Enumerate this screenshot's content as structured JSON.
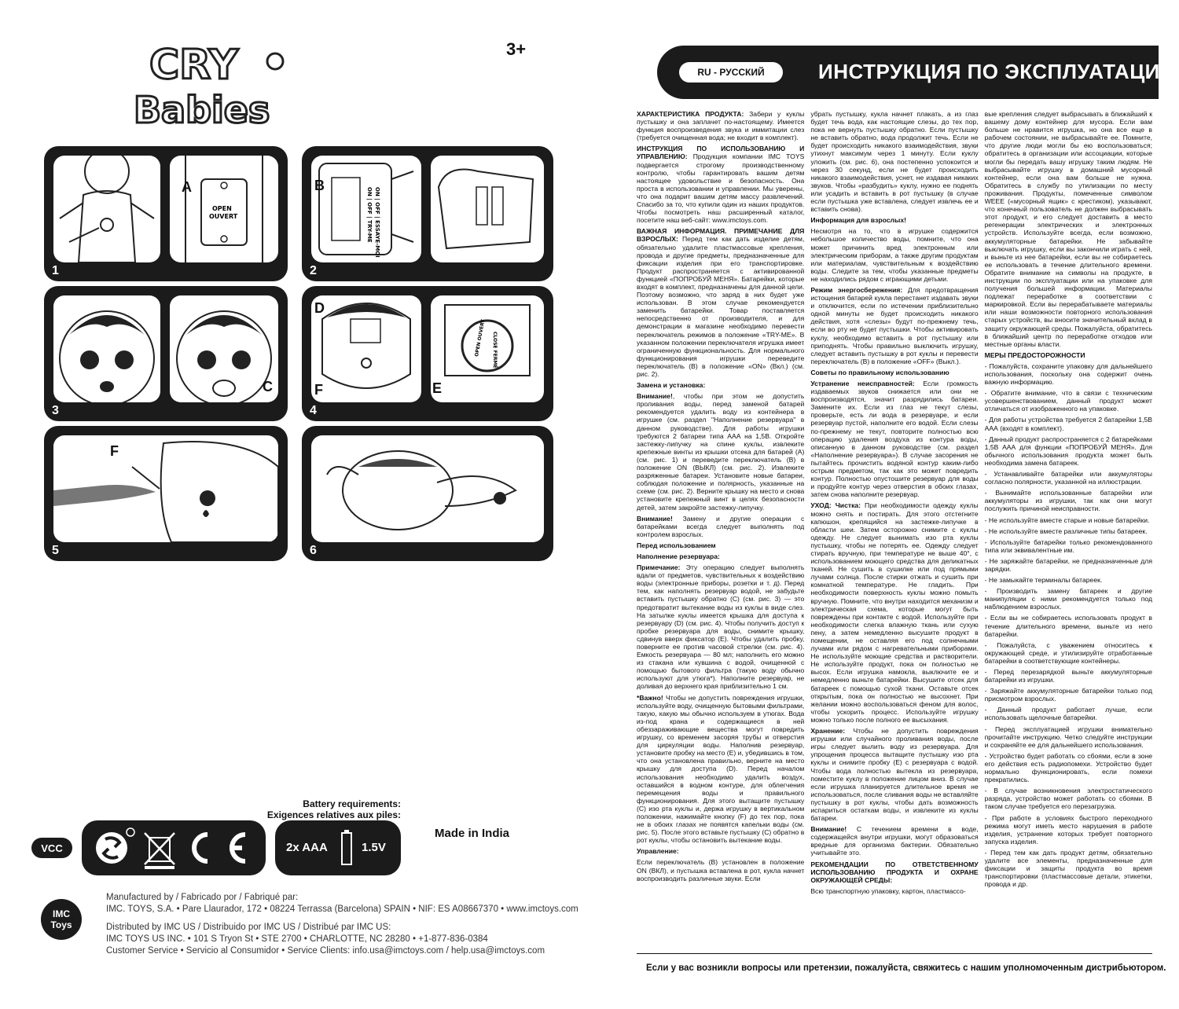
{
  "brand": {
    "logo_line1": "CRY",
    "logo_line2": "Babies"
  },
  "age_mark": "3+",
  "panels": [
    {
      "num": "1",
      "label_a": "A",
      "open_text": "OPEN",
      "ouvert_text": "OUVERT"
    },
    {
      "num": "2",
      "label_b": "B",
      "switch_text": "ON | OFF | TRY-ME",
      "switch_text2": "ON | OFF | ESSAYE-MOI"
    },
    {
      "num": "3",
      "label_c": "C"
    },
    {
      "num": "4",
      "label_d": "D",
      "label_f": "F",
      "label_e": "E",
      "dial_open": "OPEN OUVERT",
      "dial_close": "CLOSE FERMÉ"
    },
    {
      "num": "5",
      "label_f": "F"
    },
    {
      "num": "6"
    }
  ],
  "battery": {
    "title_line1": "Battery requirements:",
    "title_line2": "Exigences relatives aux piles:",
    "count": "2x AAA",
    "voltage": "1.5V"
  },
  "vcc": "VCC",
  "made_in": "Made in India",
  "imc": {
    "line1": "IMC",
    "line2": "Toys"
  },
  "manufacturer": [
    "Manufactured by / Fabricado por / Fabriqué par:",
    "IMC. TOYS, S.A. • Pare Llaurador, 172 • 08224 Terrassa (Barcelona) SPAIN • NIF: ES A08667370 • www.imctoys.com",
    "Distributed by IMC US / Distribuido por IMC US / Distribué par IMC US:",
    "IMC TOYS US INC. • 101 S Tryon St • STE 2700 • CHARLOTTE, NC 28280 • +1-877-836-0384",
    "Customer Service • Servicio al Consumidor • Service Clients: info.usa@imctoys.com / help.usa@imctoys.com"
  ],
  "header": {
    "lang": "RU - РУССКИЙ",
    "title": "ИНСТРУКЦИЯ ПО ЭКСПЛУАТАЦИИ"
  },
  "col1": [
    {
      "h": "ХАРАКТЕРИСТИКА ПРОДУКТА:",
      "t": " Забери у куклы пустышку и она заплачет по-настоящему. Имеется функция воспроизведения звука и иммитации слез (требуется очищенная вода; не входит в комплект)."
    },
    {
      "h": "ИНСТРУКЦИЯ ПО ИСПОЛЬЗОВАНИЮ И УПРАВЛЕНИЮ:",
      "t": " Продукция компании IMC TOYS подвергается строгому производственному контролю, чтобы гарантировать вашим детям настоящее удовольствие и безопасность. Она проста в использовании и управлении. Мы уверены, что она подарит вашим детям массу развлечений. Спасибо за то, что купили один из наших продуктов. Чтобы посмотреть наш расширенный каталог, посетите наш веб-сайт: www.imctoys.com."
    },
    {
      "h": "ВАЖНАЯ ИНФОРМАЦИЯ. ПРИМЕЧАНИЕ ДЛЯ ВЗРОСЛЫХ:",
      "t": " Перед тем как дать изделие детям, обязательно удалите пластмассовые крепления, провода и другие предметы, предназначенные для фиксации изделия при его транспортировке. Продукт распространяется с активированной функцией «ПОПРОБУЙ МЕНЯ». Батарейки, которые входят в комплект, предназначены для данной цели. Поэтому возможно, что заряд в них будет уже использован. В этом случае рекомендуется заменить батарейки. Товар поставляется непосредственно от производителя, и для демонстрации в магазине необходимо перевести переключатель режимов в положение «TRY-ME». В указанном положении переключателя игрушка имеет ограниченную функциональность. Для нормального функционирования игрушки переведите переключатель (B) в положение «ON» (Вкл.) (см. рис. 2)."
    },
    {
      "h": "Замена и установка:",
      "t": ""
    },
    {
      "h": "Внимание!",
      "t": ", чтобы при этом не допустить проливания воды, перед заменой батарей рекомендуется удалить воду из контейнера в игрушке (см. раздел \"Наполнение резервуара\" в данном руководстве). Для работы игрушки требуются 2 батареи типа ААА на 1,5В. Откройте застежку-липучку на спине куклы, извлеките крепежные винты из крышки отсека для батарей (A) (см. рис. 1) и переведите переключатель (B) в положение ON (ВЫКЛ) (см. рис. 2). Извлеките разряженные батареи. Установите новые батареи, соблюдая положение и полярность, указанные на схеме (см. рис. 2). Верните крышку на место и снова установите крепежный винт в целях безопасности детей, затем закройте застежку-липучку."
    },
    {
      "h": "Внимание!",
      "t": " Замену и другие операции с батарейками всегда следует выполнять под контролем взрослых."
    },
    {
      "h": "Перед использованием",
      "t": ""
    },
    {
      "h": "Наполнение резервуара:",
      "t": ""
    },
    {
      "h": "Примечание:",
      "t": " Эту операцию следует выполнять вдали от предметов, чувствительных к воздействию воды (электронные приборы, розетки и т. д). Перед тем, как наполнять резервуар водой, не забудьте вставить пустышку обратно (C) (см. рис. 3) — это предотвратит вытекание воды из куклы в виде слез. На затылке куклы имеется крышка для доступа к резервуару (D) (см. рис. 4). Чтобы получить доступ к пробке резервуара для воды, снимите крышку, сдвинув вверх фиксатор (E). Чтобы удалить пробку, поверните ее против часовой стрелки (см. рис. 4). Емкость резервуара — 80 мл; наполнить его можно из стакана или кувшина с водой, очищенной с помощью бытового фильтра (такую воду обычно используют для утюга*). Наполните резервуар, не доливая до верхнего края приблизительно 1 см."
    },
    {
      "h": "*Важно!",
      "t": " Чтобы не допустить повреждения игрушки, используйте воду, очищенную бытовыми фильтрами, такую, какую мы обычно используем в утюгах. Вода из-под крана и содержащиеся в ней обеззараживающие вещества могут повредить игрушку, со временем засоряя трубы и отверстия для циркуляции воды. Наполнив резервуар, установите пробку на место (E) и, убедившись в том, что она установлена правильно, верните на место крышку для доступа (D). Перед началом использования необходимо удалить воздух, оставшийся в водном контуре, для облегчения перемещения воды и правильного функционирования. Для этого вытащите пустышку (C) изо рта куклы и, держа игрушку в вертикальном положении, нажимайте кнопку (F) до тех пор, пока не в обоих глазах не появятся капельки воды (см. рис. 5). После этого вставьте пустышку (C) обратно в рот куклы, чтобы остановить вытекание воды."
    },
    {
      "h": "Управление:",
      "t": ""
    },
    {
      "h": "",
      "t": "Если переключатель (B) установлен в положение ON (ВКЛ), и пустышка вставлена в рот, кукла начнет воспроизводить различные звуки. Если"
    }
  ],
  "col2": [
    {
      "h": "",
      "t": "убрать пустышку, кукла начнет плакать, а из глаз будет течь вода, как настоящие слезы, до тех пор, пока не вернуть пустышку обратно. Если пустышку не вставить обратно, вода продолжит течь. Если не будет происходить никакого взаимодействия, звуки утихнут максимум через 1 минуту. Если куклу уложить (см. рис. 6), она постепенно успокоится и через 30 секунд, если не будет происходить никакого взаимодействия, уснет, не издавая никаких звуков. Чтобы «разбудить» куклу, нужно ее поднять или усадить и вставить в рот пустышку (в случае если пустышка уже вставлена, следует извлечь ее и вставить снова)."
    },
    {
      "h": "Информация для взрослых!",
      "t": ""
    },
    {
      "h": "",
      "t": "Несмотря на то, что в игрушке содержится небольшое количество воды, помните, что она может причинить вред электронным или электрическим приборам, а также другим продуктам или материалам, чувствительным к воздействию воды. Следите за тем, чтобы указанные предметы не находились рядом с играющими детьми."
    },
    {
      "h": "Режим энергосбережения:",
      "t": " Для предотвращения истощения батарей кукла перестанет издавать звуки и отключится, если по истечении приблизительно одной минуты не будет происходить никакого действия, хотя «слезы» будут по-прежнему течь, если во рту не будет пустышки. Чтобы активировать куклу, необходимо вставить в рот пустышку или приподнять. Чтобы правильно выключить игрушку, следует вставить пустышку в рот куклы и перевести переключатель (B) в положение «OFF» (Выкл.)."
    },
    {
      "h": "Советы по правильному использованию",
      "t": ""
    },
    {
      "h": "Устранение неисправностей:",
      "t": " Если громкость издаваемых звуков снижается или они не воспроизводятся, значит разрядились батареи. Замените их. Если из глаз не текут слезы, проверьте, есть ли вода в резервуаре, и если резервуар пустой, наполните его водой. Если слезы по-прежнему не текут, повторите полностью всю операцию удаления воздуха из контура воды, описанную в данном руководстве (см. раздел «Наполнение резервуара»). В случае засорения не пытайтесь прочистить водяной контур каким-либо острым предметом, так как это может повредить контур. Полностью опустошите резервуар для воды и продуйте контур через отверстия в обоих глазах, затем снова наполните резервуар."
    },
    {
      "h": "УХОД: Чистка:",
      "t": " При необходимости одежду куклы можно снять и постирать. Для этого отстегните капюшон, крепящийся на застежке-липучке в области шеи. Затем осторожно снимите с куклы одежду. Не следует вынимать изо рта куклы пустышку, чтобы не потерять ее. Одежду следует стирать вручную, при температуре не выше 40°, с использованием моющего средства для деликатных тканей. Не сушить в сушилке или под прямыми лучами солнца. После стирки отжать и сушить при комнатной температуре. Не гладить. При необходимости поверхность куклы можно помыть вручную. Помните, что внутри находится механизм и электрическая схема, которые могут быть повреждены при контакте с водой. Используйте при необходимости слегка влажную ткань или сухую пену, а затем немедленно высушите продукт в помещении, не оставляя его под солнечными лучами или рядом с нагревательными приборами. Не используйте моющие средства и растворители. Не используйте продукт, пока он полностью не высох. Если игрушка намокла, выключите ее и немедленно выньте батарейки. Высушите отсек для батареек с помощью сухой ткани. Оставьте отсек открытым, пока он полностью не высохнет. При желании можно воспользоваться феном для волос, чтобы ускорить процесс. Используйте игрушку можно только после полного ее высыхания."
    },
    {
      "h": "Хранение:",
      "t": " Чтобы не допустить повреждения игрушки или случайного проливания воды, после игры следует вылить воду из резервуара. Для упрощения процесса вытащите пустышку изо рта куклы и снимите пробку (E) с резервуара с водой. Чтобы вода полностью вытекла из резервуара, поместите куклу в положение лицом вниз. В случае если игрушка планируется длительное время не использоваться, после сливания воды не вставляйте пустышку в рот куклы, чтобы дать возможность испариться остаткам воды, и извлеките из куклы батареи."
    },
    {
      "h": "Внимание!",
      "t": " С течением времени в воде, содержащейся внутри игрушки, могут образоваться вредные для организма бактерии. Обязательно учитывайте это."
    },
    {
      "h": "РЕКОМЕНДАЦИИ ПО ОТВЕТСТВЕННОМУ ИСПОЛЬЗОВАНИЮ ПРОДУКТА И ОХРАНЕ ОКРУЖАЮЩЕЙ СРЕДЫ:",
      "t": ""
    },
    {
      "h": "",
      "t": "Всю транспортную упаковку, картон, пластмассо-"
    }
  ],
  "col3": [
    {
      "h": "",
      "t": "вые крепления следует выбрасывать в ближайший к вашему дому контейнер для мусора. Если вам больше не нравится игрушка, но она все еще в рабочем состоянии, не выбрасывайте ее. Помните, что другие люди могли бы ею воспользоваться; обратитесь в организации или ассоциации, которые могли бы передать вашу игрушку таким людям. Не выбрасывайте игрушку в домашний мусорный контейнер, если она вам больше не нужна. Обратитесь в службу по утилизации по месту проживания. Продукты, помеченные символом WEEE («мусорный ящик» с крестиком), указывают, что конечный пользователь не должен выбрасывать этот продукт, и его следует доставить в место регенерации электрических и электронных устройств. Используйте всегда, если возможно, аккумуляторные батарейки. Не забывайте выключать игрушку, если вы закончили играть с ней, и выньте из нее батарейки, если вы не собираетесь ее использовать в течение длительного времени. Обратите внимание на символы на продукте, в инструкции по эксплуатации или на упаковке для получения большей информации. Материалы подлежат переработке в соответствии с маркировкой. Если вы перерабатываете материалы или наши возможности повторного использования старых устройств, вы вносите значительный вклад в защиту окружающей среды. Пожалуйста, обратитесь в ближайший центр по переработке отходов или местные органы власти."
    },
    {
      "h": "МЕРЫ ПРЕДОСТОРОЖНОСТИ",
      "t": ""
    },
    {
      "h": "",
      "t": "- Пожалуйста, сохраните упаковку для дальнейшего использования, поскольку она содержит очень важную информацию."
    },
    {
      "h": "",
      "t": "- Обратите внимание, что в связи с техническим усовершенствованием, данный продукт может отличаться от изображенного на упаковке."
    },
    {
      "h": "",
      "t": "- Для работы устройства требуется 2 батарейки 1,5В ААА (входят в комплект)."
    },
    {
      "h": "",
      "t": "- Данный продукт распространяется с 2 батарейками 1,5В ААА для функции «ПОПРОБУЙ МЕНЯ». Для обычного использования продукта может быть необходима замена батареек."
    },
    {
      "h": "",
      "t": "- Устанавливайте батарейки или аккумуляторы согласно полярности, указанной на иллюстрации."
    },
    {
      "h": "",
      "t": "- Вынимайте использованные батарейки или аккумуляторы из игрушки, так как они могут послужить причиной неисправности."
    },
    {
      "h": "",
      "t": "- Не используйте вместе старые и новые батарейки."
    },
    {
      "h": "",
      "t": "- Не используйте вместе различные типы батареек."
    },
    {
      "h": "",
      "t": "- Используйте батарейки только рекомендованного типа или эквивалентные им."
    },
    {
      "h": "",
      "t": "- Не заряжайте батарейки, не предназначенные для зарядки."
    },
    {
      "h": "",
      "t": "- Не замыкайте терминалы батареек."
    },
    {
      "h": "",
      "t": "- Производить замену батареек и другие манипуляции с ними рекомендуется только под наблюдением взрослых."
    },
    {
      "h": "",
      "t": "- Если вы не собираетесь использовать продукт в течение длительного времени, выньте из него батарейки."
    },
    {
      "h": "",
      "t": "- Пожалуйста, с уважением относитесь к окружающей среде, и утилизируйте отработанные батарейки в соответствующие контейнеры."
    },
    {
      "h": "",
      "t": "- Перед перезарядкой выньте аккумуляторные батарейки из игрушки."
    },
    {
      "h": "",
      "t": "- Заряжайте аккумуляторные батарейки только под присмотром взрослых."
    },
    {
      "h": "",
      "t": "- Данный продукт работает лучше, если использовать щелочные батарейки."
    },
    {
      "h": "",
      "t": "- Перед эксплуатацией игрушки внимательно прочитайте инструкцию. Четко следуйте инструкции и сохраняйте ее для дальнейшего использования."
    },
    {
      "h": "",
      "t": "- Устройство будет работать со сбоями, если в зоне его действия есть радиопомехи. Устройство будет нормально функционировать, если помехи прекратились."
    },
    {
      "h": "",
      "t": "- В случае возникновения электростатического разряда, устройство может работать со сбоями. В таком случае требуется его перезагрузка."
    },
    {
      "h": "",
      "t": "- При работе в условиях быстрого переходного режима могут иметь место нарушения в работе изделия, устранение которых требует повторного запуска изделия."
    },
    {
      "h": "",
      "t": "- Перед тем как дать продукт детям, обязательно удалите все элементы, предназначенные для фиксации и защиты продукта во время транспортировки (пластмассовые детали, этикетки, провода и др."
    }
  ],
  "footer": "Если у вас возникли вопросы или претензии, пожалуйста, свяжитесь с нашим уполномоченным дистрибьютором."
}
